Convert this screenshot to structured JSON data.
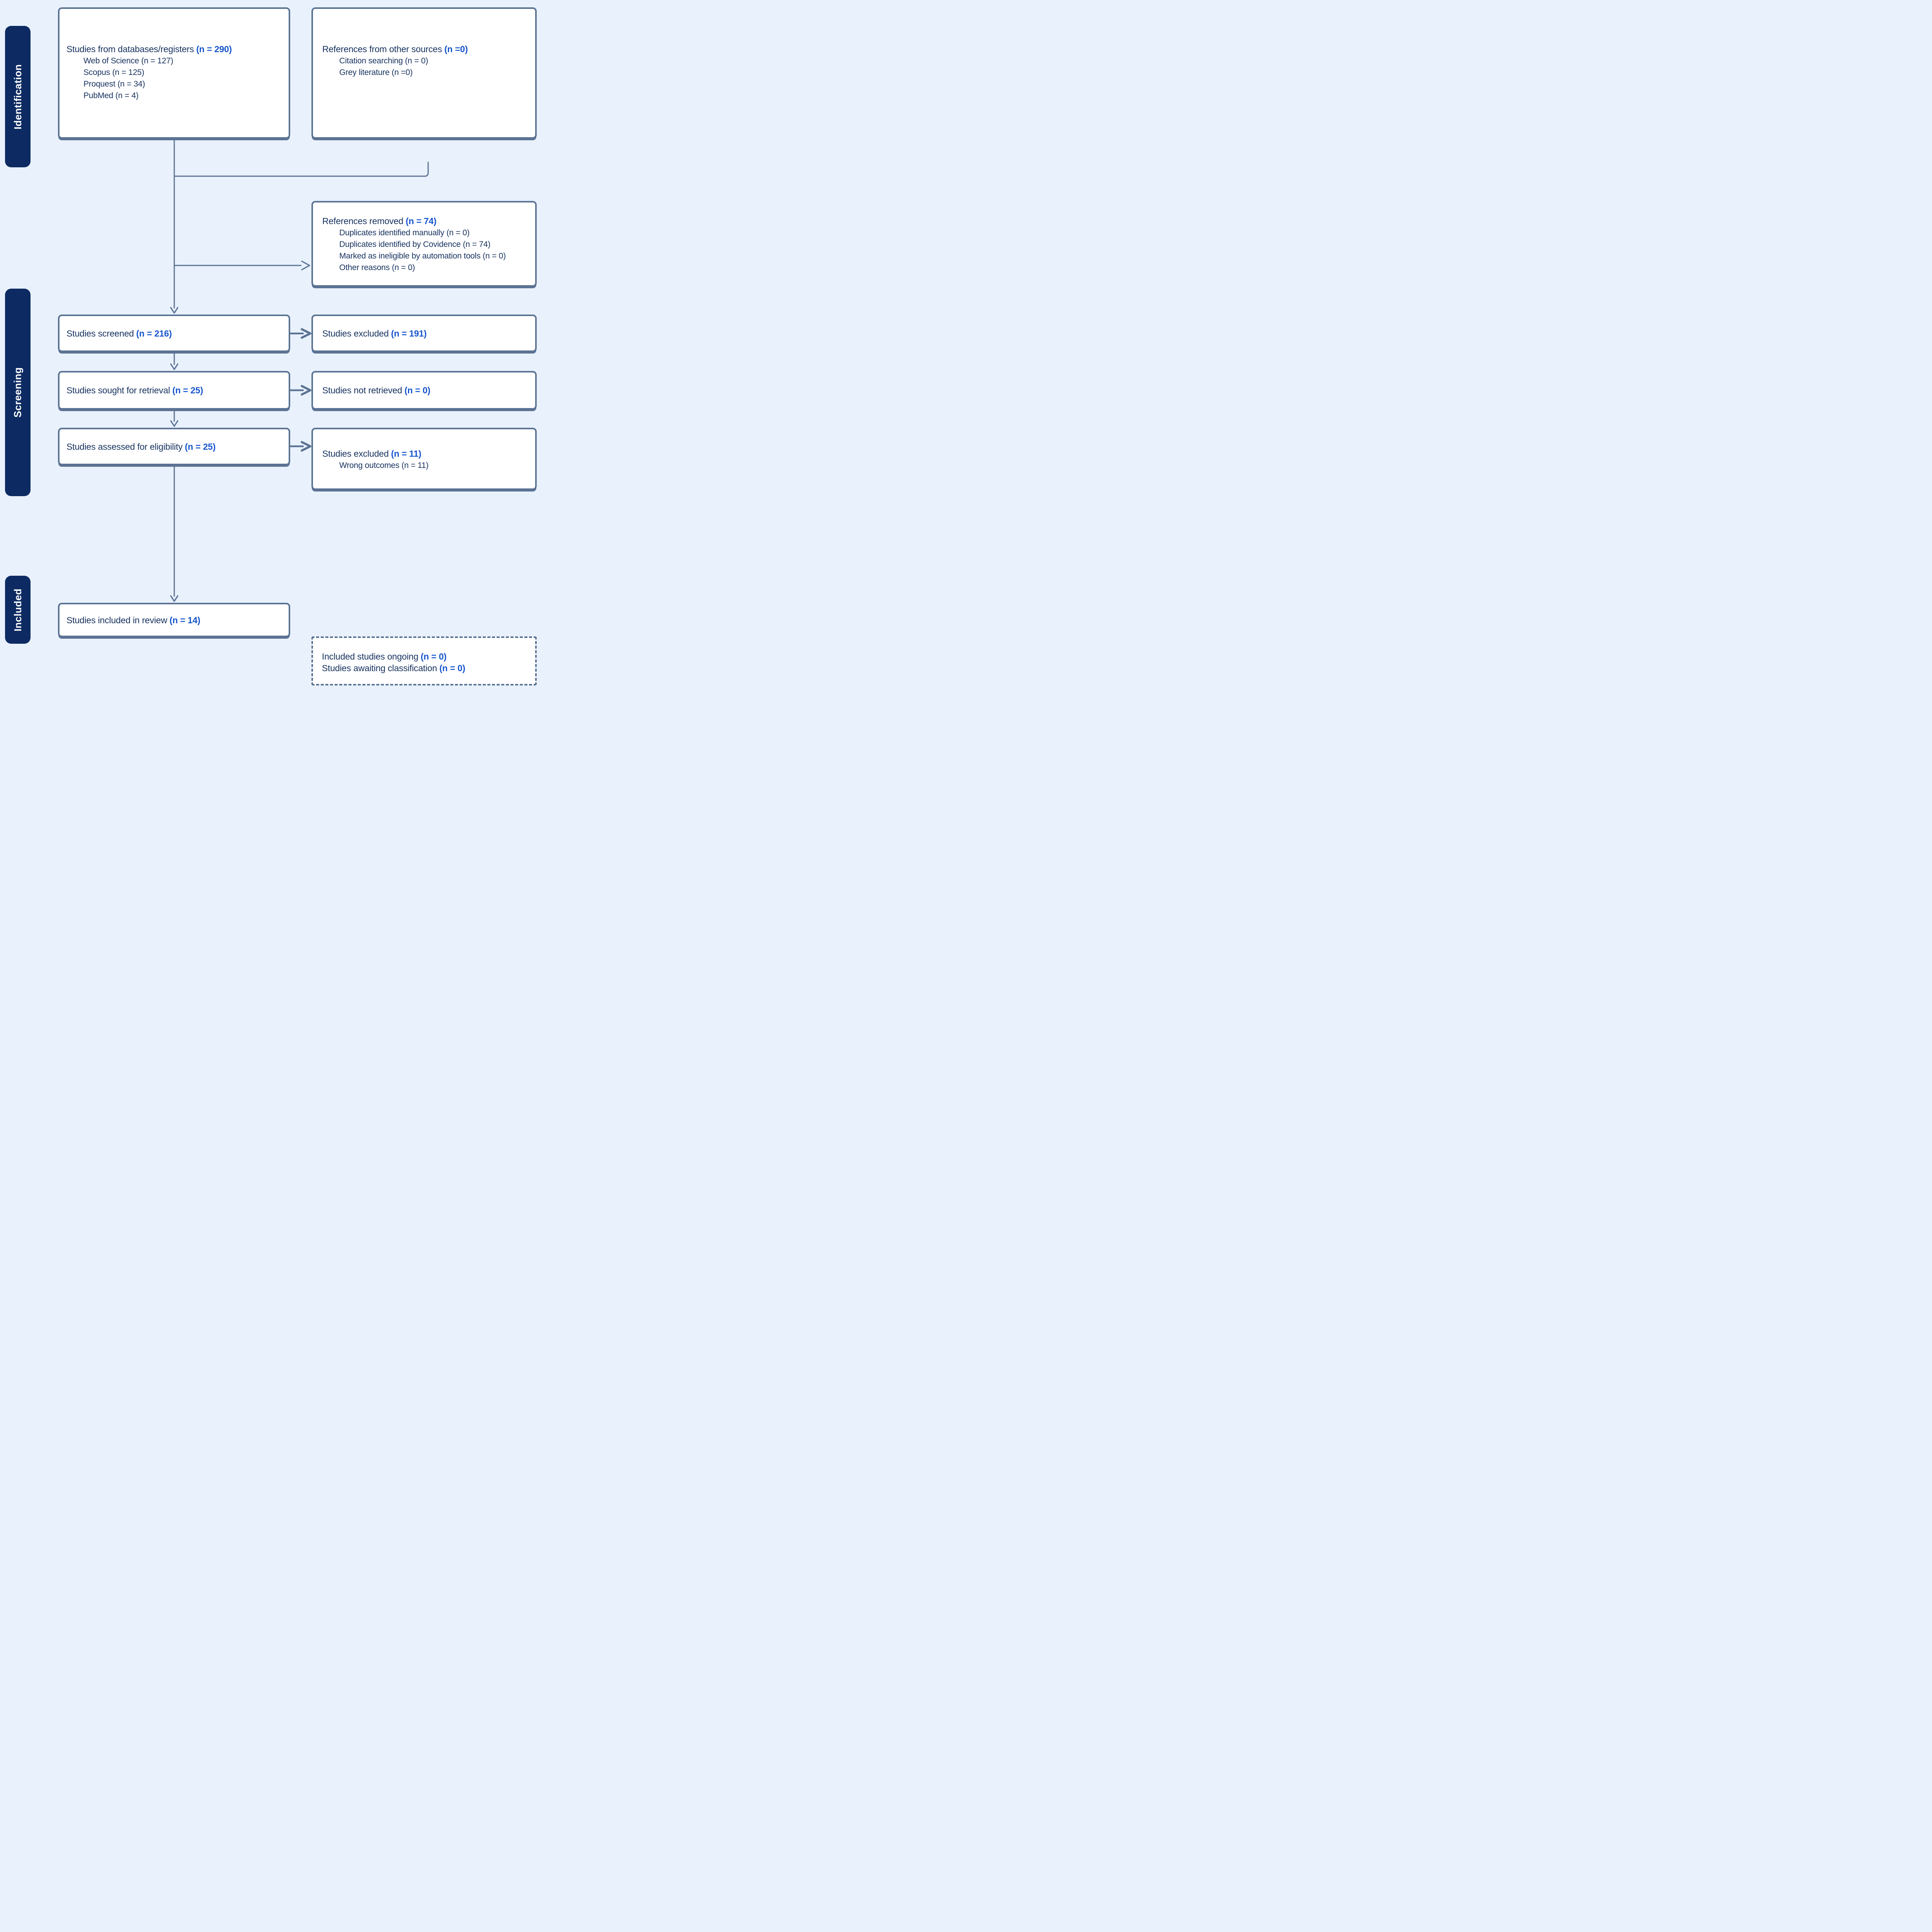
{
  "colors": {
    "bg": "#e9f1fc",
    "box_fill": "#ffffff",
    "box_border": "#5b7394",
    "connector": "#5b7394",
    "stage_bg": "#0d2b62",
    "stage_text": "#ffffff",
    "text": "#17325f",
    "count": "#1655cd"
  },
  "stages": [
    {
      "label": "Identification"
    },
    {
      "label": "Screening"
    },
    {
      "label": "Included"
    }
  ],
  "boxes": {
    "databases": {
      "title": "Studies from databases/registers",
      "count": "(n = 290)",
      "items": [
        "Web of Science (n = 127)",
        "Scopus (n = 125)",
        "Proquest (n = 34)",
        "PubMed (n = 4)"
      ]
    },
    "other_sources": {
      "title": "References from other sources",
      "count": "(n =0)",
      "items": [
        "Citation searching (n = 0)",
        "Grey literature (n =0)"
      ]
    },
    "references_removed": {
      "title": "References removed",
      "count": "(n = 74)",
      "items": [
        "Duplicates identified manually (n = 0)",
        "Duplicates identified by Covidence (n = 74)",
        "Marked as ineligible by automation tools (n = 0)",
        "Other reasons (n = 0)"
      ]
    },
    "screened": {
      "title": "Studies screened",
      "count": "(n = 216)"
    },
    "excluded_screening": {
      "title": "Studies excluded",
      "count": "(n = 191)"
    },
    "sought": {
      "title": "Studies sought for retrieval",
      "count": "(n = 25)"
    },
    "not_retrieved": {
      "title": "Studies not retrieved",
      "count": "(n = 0)"
    },
    "assessed": {
      "title": "Studies assessed for eligibility",
      "count": "(n = 25)"
    },
    "excluded_eligibility": {
      "title": "Studies excluded",
      "count": "(n = 11)",
      "items": [
        "Wrong outcomes (n = 11)"
      ]
    },
    "included_review": {
      "title": "Studies included in review",
      "count": "(n = 14)"
    },
    "ongoing": {
      "lines": [
        {
          "title": "Included studies ongoing",
          "count": "(n = 0)"
        },
        {
          "title": "Studies awaiting classification",
          "count": "(n = 0)"
        }
      ]
    }
  }
}
